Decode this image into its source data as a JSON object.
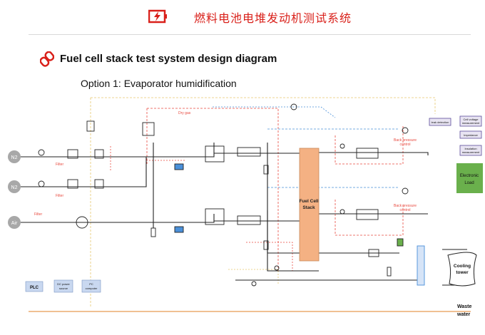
{
  "header": {
    "cn_title": "燃料电池电堆发动机测试系统",
    "accent_color": "#d9201a",
    "logo_icon": "battery-charge-icon"
  },
  "slide": {
    "title": "Fuel cell stack test system design diagram",
    "subtitle": "Option 1: Evaporator humidification",
    "link_icon": "chain-link-icon"
  },
  "diagram": {
    "inputs": {
      "n2_top": "N2",
      "n2_mid": "N2",
      "air": "Air"
    },
    "filters": {
      "top": "Filter",
      "mid": "Filter",
      "air": "Filter"
    },
    "dry_gas": "Dry gas",
    "stack": {
      "line1": "Fuel Cell",
      "line2": "Stack"
    },
    "back_pressure_top": {
      "line1": "Back pressure",
      "line2": "control"
    },
    "back_pressure_bottom": {
      "line1": "Back pressure",
      "line2": "control"
    },
    "electronic_load": {
      "line1": "Electronic",
      "line2": "Load"
    },
    "cooling_tower": {
      "line1": "Cooling",
      "line2": "tower"
    },
    "waste_water": {
      "line1": "Waste",
      "line2": "water"
    },
    "plc": "PLC",
    "dc_power": {
      "line1": "DC power",
      "line2": "source"
    },
    "pc_computer": {
      "line1": "PC",
      "line2": "computer"
    },
    "right_boxes": {
      "leak_detection": "leak detection",
      "cell_voltage": {
        "line1": "Cell voltage",
        "line2": "measurement"
      },
      "impedance": "Impedance",
      "insulation": {
        "line1": "Insulation",
        "line2": "measurement"
      }
    },
    "colors": {
      "stack_fill": "#f4b183",
      "load_fill": "#6ab04c",
      "red_line": "#e8493f",
      "blue_line": "#4a90d9",
      "yellow_line": "#e6c86e",
      "purple_box": "#5b4b9a",
      "waste_line": "#e89a50"
    }
  }
}
